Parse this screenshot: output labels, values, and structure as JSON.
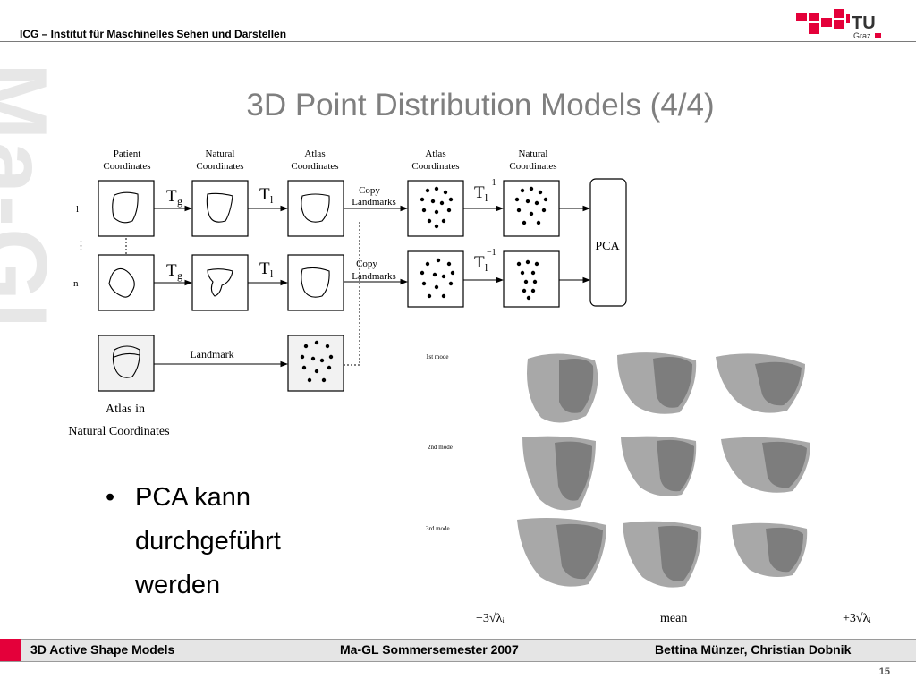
{
  "header": {
    "institute": "ICG – Institut für Maschinelles Sehen und Darstellen",
    "logo_text": "TU",
    "logo_sub": "Graz",
    "brand_color": "#e4003a"
  },
  "watermark": "Ma-GL",
  "title": "3D Point Distribution Models (4/4)",
  "diagram": {
    "col_headers": [
      [
        "Patient",
        "Coordinates"
      ],
      [
        "Natural",
        "Coordinates"
      ],
      [
        "Atlas",
        "Coordinates"
      ],
      [
        "Atlas",
        "Coordinates"
      ],
      [
        "Natural",
        "Coordinates"
      ]
    ],
    "row_labels": [
      "l",
      "n"
    ],
    "row_dots": "⋮",
    "tg": "T",
    "tg_sub": "g",
    "tl": "T",
    "tl_sub": "l",
    "tl_inv": "T",
    "tl_inv_sub": "l",
    "tl_inv_sup": "−1",
    "copy_line1": "Copy",
    "copy_line2": "Landmarks",
    "pca": "PCA",
    "landmark": "Landmark",
    "atlas_line1": "Atlas in",
    "atlas_line2": "Natural Coordinates"
  },
  "modes": {
    "labels": [
      "1st mode",
      "2nd mode",
      "3rd mode"
    ],
    "axis_left": "−3√λᵢ",
    "axis_mid": "mean",
    "axis_right": "+3√λᵢ"
  },
  "bullet": {
    "dot": "•",
    "lines": [
      "PCA kann",
      "durchgeführt",
      "werden"
    ]
  },
  "footer": {
    "left": "3D Active Shape Models",
    "center": "Ma-GL Sommersemester 2007",
    "right": "Bettina Münzer, Christian Dobnik",
    "page": "15"
  }
}
